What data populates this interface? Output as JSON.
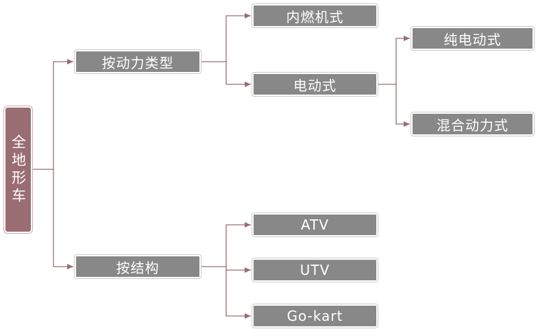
{
  "colors": {
    "root_fill": "#9a6d72",
    "node_fill": "#888888",
    "connector": "#9a6d72",
    "text": "#ffffff"
  },
  "root": {
    "label": "全地形车"
  },
  "branches": {
    "by_power": {
      "label": "按动力类型",
      "internal_combustion": "内燃机式",
      "electric": {
        "label": "电动式",
        "pure_electric": "纯电动式",
        "hybrid": "混合动力式"
      }
    },
    "by_structure": {
      "label": "按结构",
      "atv": "ATV",
      "utv": "UTV",
      "go_kart": "Go-kart"
    }
  }
}
